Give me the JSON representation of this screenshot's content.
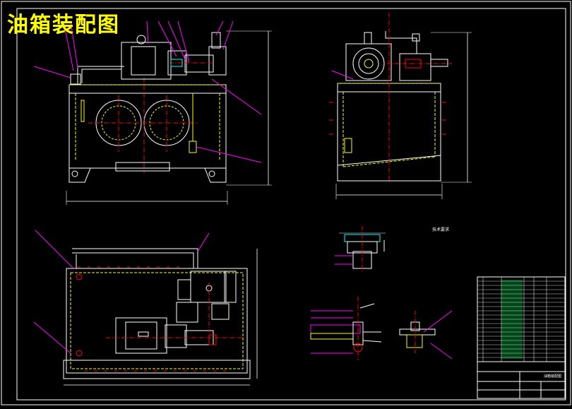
{
  "drawing": {
    "title": "油箱装配图",
    "colors": {
      "background": "#000000",
      "frame": "#ffffff",
      "outline": "#ffff00",
      "leader": "#ff00ff",
      "center": "#ff0000",
      "parts": "#00ffff",
      "dimension": "#ffffff"
    }
  },
  "notes": {
    "title": "技术要求"
  },
  "title_block": {
    "drawing_name": "油箱装配图"
  }
}
